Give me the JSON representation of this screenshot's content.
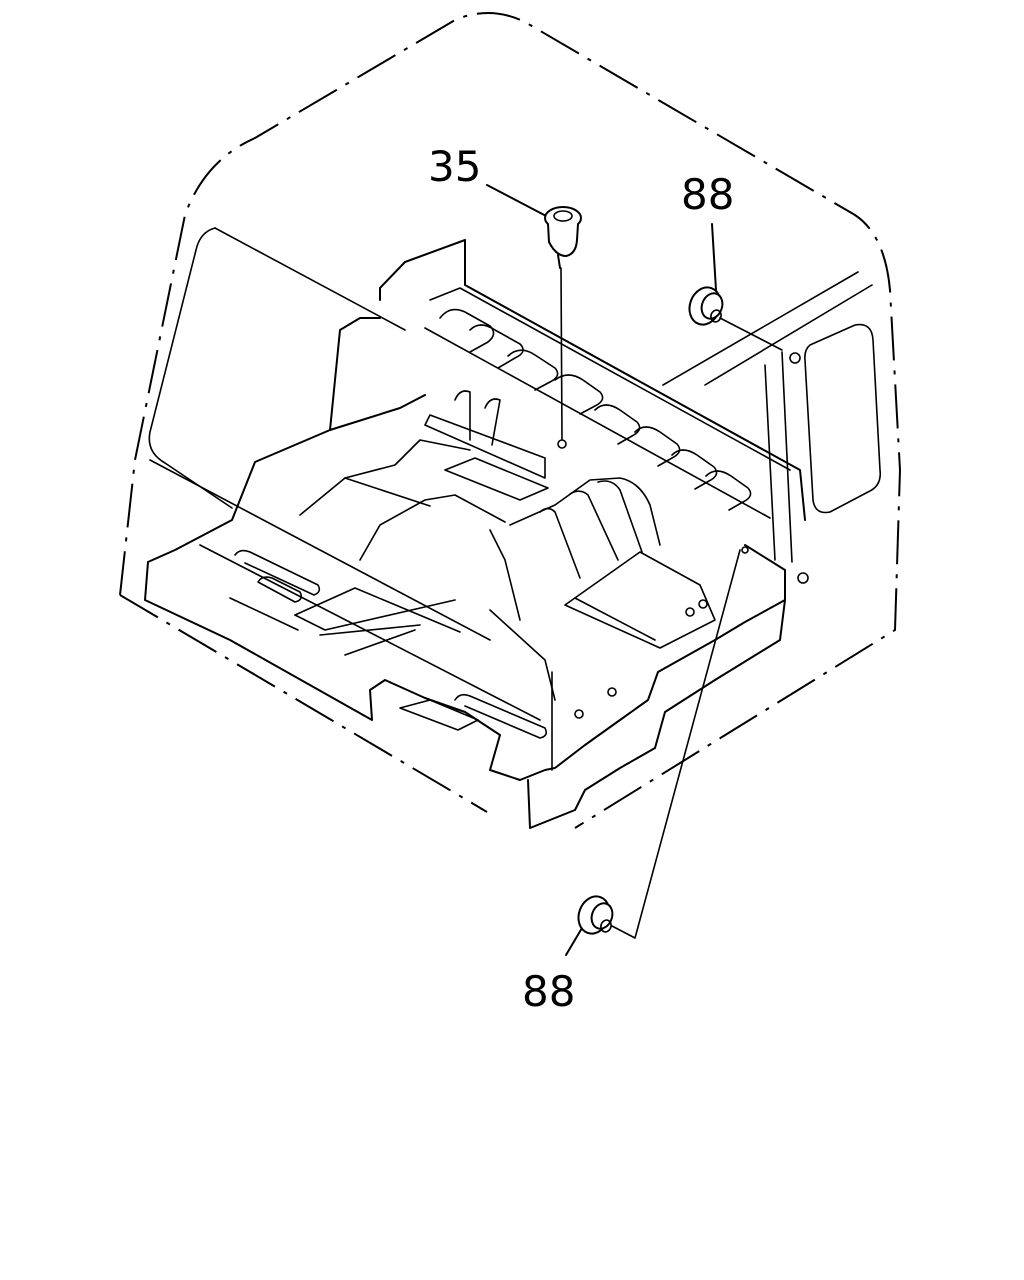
{
  "callouts": [
    {
      "id": "clip-top",
      "label": "35"
    },
    {
      "id": "grommet-upper",
      "label": "88"
    },
    {
      "id": "grommet-lower",
      "label": "88"
    }
  ],
  "colors": {
    "line": "#000000",
    "background": "#ffffff"
  }
}
